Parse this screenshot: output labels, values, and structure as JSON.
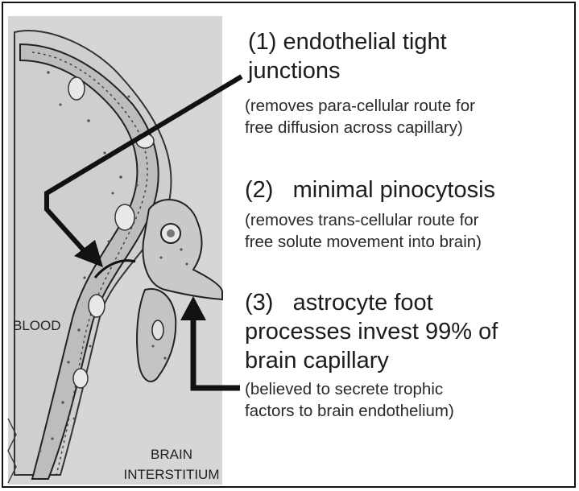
{
  "labels": {
    "blood": "BLOOD",
    "brain_interstitium_line1": "BRAIN",
    "brain_interstitium_line2": "INTERSTITIUM"
  },
  "annotations": [
    {
      "heading": [
        "(1) endothelial tight",
        "junctions"
      ],
      "note": [
        "(removes para-cellular route for",
        "free diffusion across capillary)"
      ]
    },
    {
      "heading": [
        "(2)   minimal pinocytosis"
      ],
      "note": [
        "(removes trans-cellular route for",
        "free solute movement into brain)"
      ]
    },
    {
      "heading": [
        "(3)   astrocyte foot",
        "processes invest 99% of",
        "brain capillary"
      ],
      "note": [
        "(believed to secrete trophic",
        "factors to brain endothelium)"
      ]
    }
  ]
}
